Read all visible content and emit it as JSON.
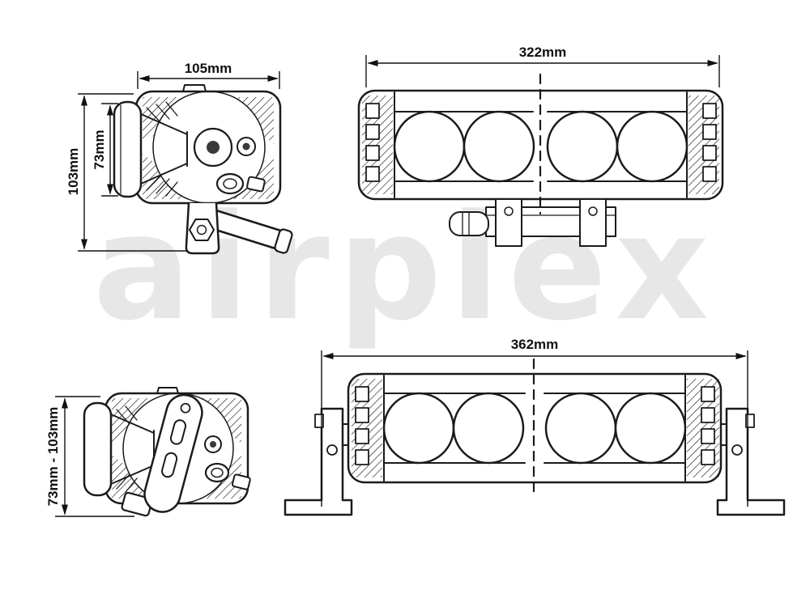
{
  "watermark": {
    "text": "airplex",
    "color": "#e7e7e7"
  },
  "dimensions": {
    "top_side": {
      "width": "105mm",
      "total_height": "103mm",
      "lens_height": "73mm"
    },
    "top_front": {
      "width": "322mm"
    },
    "bottom_side": {
      "height_range": "73mm - 103mm"
    },
    "bottom_front": {
      "width": "362mm"
    }
  },
  "colors": {
    "line": "#1b1b1b",
    "background": "#ffffff",
    "watermark": "#e7e7e7"
  }
}
